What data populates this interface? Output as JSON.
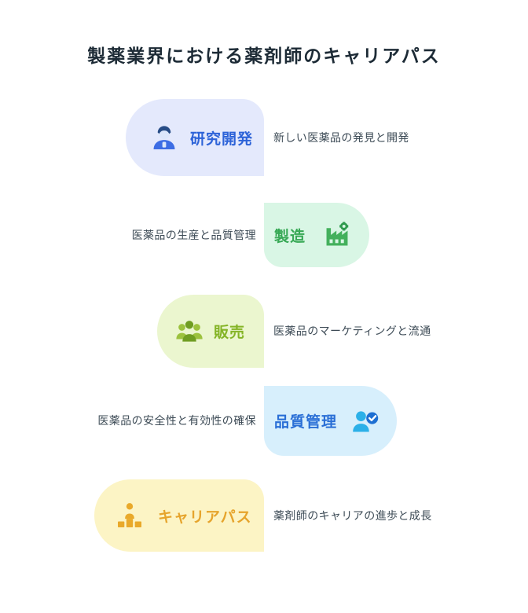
{
  "title": "製薬業界における薬剤師のキャリアパス",
  "cards": [
    {
      "label": "研究開発",
      "description": "新しい医薬品の発見と開発",
      "icon": "researcher-icon",
      "side": "left",
      "bg": "#e4e9fc",
      "accent": "#2d63d8"
    },
    {
      "label": "製造",
      "description": "医薬品の生産と品質管理",
      "icon": "factory-icon",
      "side": "right",
      "bg": "#d9f6e5",
      "accent": "#36a854"
    },
    {
      "label": "販売",
      "description": "医薬品のマーケティングと流通",
      "icon": "people-group-icon",
      "side": "left",
      "bg": "#ebf6cf",
      "accent": "#84b426"
    },
    {
      "label": "品質管理",
      "description": "医薬品の安全性と有効性の確保",
      "icon": "person-check-icon",
      "side": "right",
      "bg": "#d7effc",
      "accent": "#2a6fd6"
    },
    {
      "label": "キャリアパス",
      "description": "薬剤師のキャリアの進歩と成長",
      "icon": "podium-person-icon",
      "side": "left",
      "bg": "#fcf4c5",
      "accent": "#e6a42c"
    }
  ],
  "colors": {
    "canvas_bg": "#ffffff",
    "title_text": "#1d2b36",
    "description_text": "#3d4b56"
  }
}
